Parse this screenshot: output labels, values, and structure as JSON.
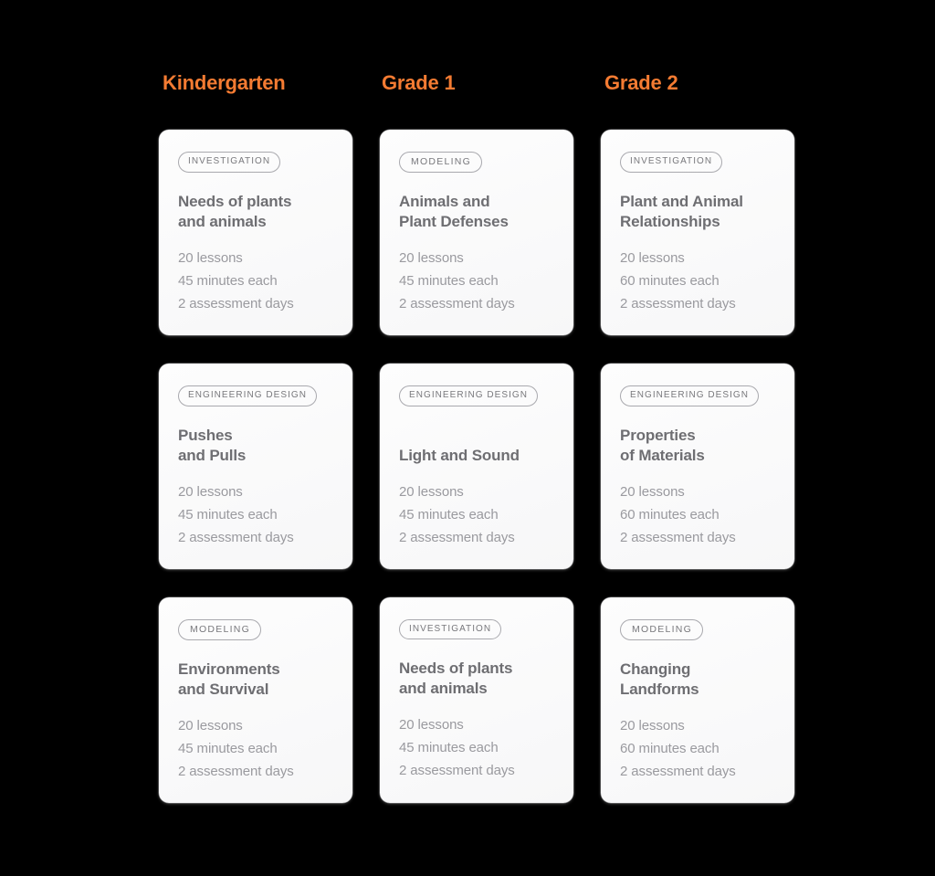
{
  "page": {
    "background_color": "#000000",
    "accent_color": "#f47b32",
    "card_background": "#fbfbfb",
    "title_color": "#6e6e72",
    "meta_color": "#9a9a9f",
    "badge_color": "#78787c"
  },
  "columns": [
    {
      "label": "Kindergarten"
    },
    {
      "label": "Grade 1"
    },
    {
      "label": "Grade 2"
    }
  ],
  "rows": [
    {
      "cards": [
        {
          "badge": "INVESTIGATION",
          "title_lines": [
            "Needs of plants",
            "and animals"
          ],
          "meta": [
            "20 lessons",
            "45 minutes each",
            "2 assessment days"
          ]
        },
        {
          "badge": "MODELING",
          "title_lines": [
            "Animals and",
            "Plant Defenses"
          ],
          "meta": [
            "20 lessons",
            "45 minutes each",
            "2 assessment days"
          ]
        },
        {
          "badge": "INVESTIGATION",
          "title_lines": [
            "Plant and Animal",
            "Relationships"
          ],
          "meta": [
            "20 lessons",
            "60 minutes each",
            "2 assessment days"
          ]
        }
      ]
    },
    {
      "cards": [
        {
          "badge": "ENGINEERING DESIGN",
          "title_lines": [
            "Pushes",
            "and Pulls"
          ],
          "meta": [
            "20 lessons",
            "45 minutes each",
            "2 assessment days"
          ]
        },
        {
          "badge": "ENGINEERING DESIGN",
          "title_lines": [
            "Light and Sound"
          ],
          "meta": [
            "20 lessons",
            "45 minutes each",
            "2 assessment days"
          ]
        },
        {
          "badge": "ENGINEERING DESIGN",
          "title_lines": [
            "Properties",
            "of Materials"
          ],
          "meta": [
            "20 lessons",
            "60 minutes each",
            "2 assessment days"
          ]
        }
      ]
    },
    {
      "cards": [
        {
          "badge": "MODELING",
          "title_lines": [
            "Environments",
            "and Survival"
          ],
          "meta": [
            "20 lessons",
            "45 minutes each",
            "2 assessment days"
          ]
        },
        {
          "badge": "INVESTIGATION",
          "title_lines": [
            "Needs of plants",
            "and animals"
          ],
          "meta": [
            "20 lessons",
            "45 minutes each",
            "2 assessment days"
          ]
        },
        {
          "badge": "MODELING",
          "title_lines": [
            "Changing",
            "Landforms"
          ],
          "meta": [
            "20 lessons",
            "60 minutes each",
            "2 assessment days"
          ]
        }
      ]
    }
  ]
}
